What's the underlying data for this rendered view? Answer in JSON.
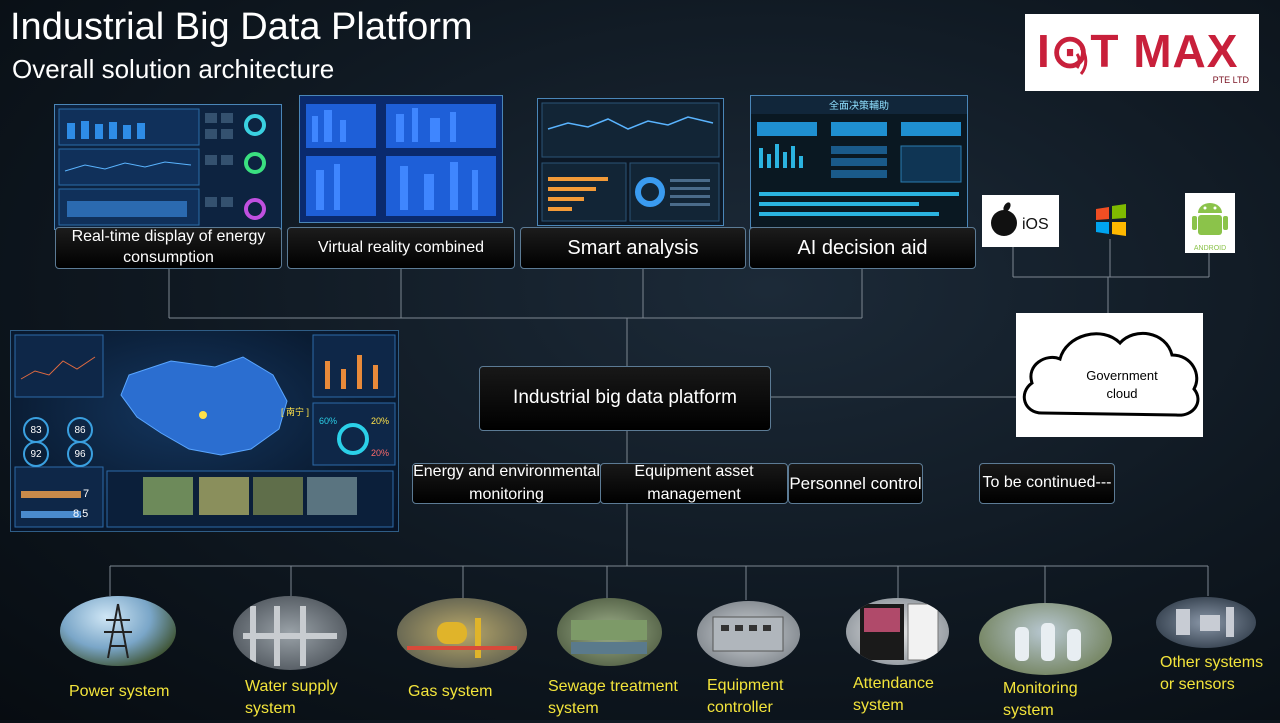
{
  "header": {
    "title": "Industrial Big Data Platform",
    "subtitle": "Overall solution architecture"
  },
  "logo": {
    "word": "I⊙T MAX",
    "sub": "PTE LTD"
  },
  "dashboards": [
    {
      "label": "Real-time display of energy consumption"
    },
    {
      "label": "Virtual reality combined"
    },
    {
      "label": "Smart analysis"
    },
    {
      "label": "AI decision aid",
      "screen_title": "全面决策輔助"
    }
  ],
  "overview_panel": {
    "gauges": [
      "83",
      "86",
      "92",
      "96"
    ],
    "percents": [
      "60%",
      "20%",
      "20%"
    ],
    "bars": [
      "7",
      "8.5"
    ],
    "city_tag": "[ 南宁 ]"
  },
  "platform": {
    "label": "Industrial big data platform"
  },
  "modules": [
    {
      "label": "Energy and environmental monitoring"
    },
    {
      "label": "Equipment asset management"
    },
    {
      "label": "Personnel control"
    },
    {
      "label": "To be continued---"
    }
  ],
  "cloud": {
    "label": "Government cloud"
  },
  "os": {
    "ios": "iOS",
    "android": "ANDROID"
  },
  "systems": [
    {
      "label": "Power system",
      "icon": "power-tower-icon"
    },
    {
      "label": "Water supply system",
      "icon": "water-pipes-icon"
    },
    {
      "label": "Gas system",
      "icon": "gas-station-icon"
    },
    {
      "label": "Sewage treatment system",
      "icon": "sewage-plant-icon"
    },
    {
      "label": "Equipment controller",
      "icon": "controller-device-icon"
    },
    {
      "label": "Attendance system",
      "icon": "attendance-terminal-icon"
    },
    {
      "label": "Monitoring system",
      "icon": "monitoring-crew-icon"
    },
    {
      "label": "Other systems or sensors",
      "icon": "sensor-icon"
    }
  ],
  "colors": {
    "accent": "#4a86b8",
    "system_label": "#f3e43b",
    "logo_red": "#c8203b"
  }
}
